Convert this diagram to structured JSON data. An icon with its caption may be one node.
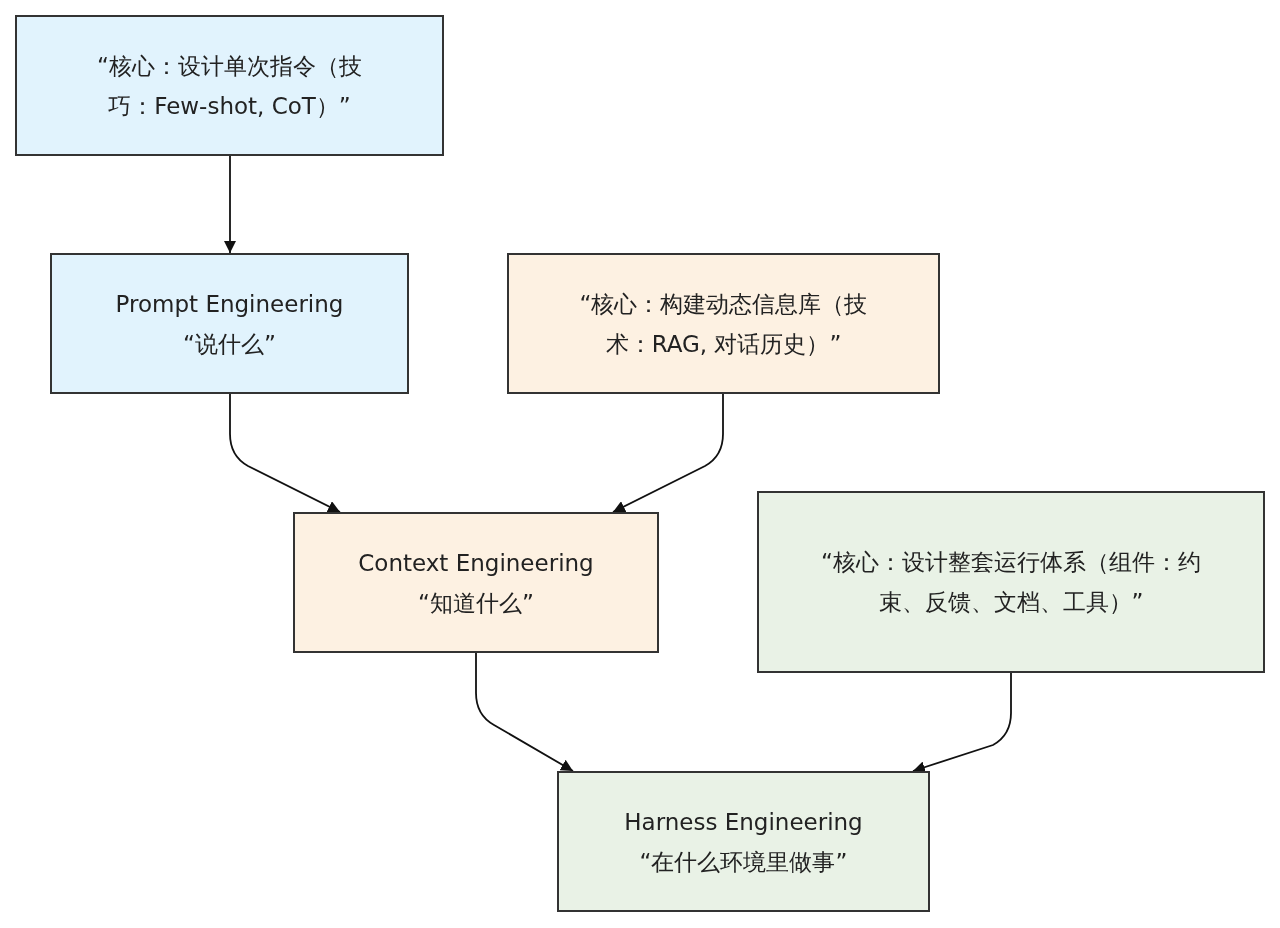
{
  "diagram": {
    "nodes": [
      {
        "text": [
          "“核心：设计单次指令（技巧：Few-shot, CoT）”"
        ]
      },
      {
        "text": [
          "Prompt Engineering",
          "“说什么”"
        ]
      },
      {
        "text": [
          "“核心：构建动态信息库（技术：RAG, 对话历史）”"
        ]
      },
      {
        "text": [
          "Context Engineering",
          "“知道什么”"
        ]
      },
      {
        "text": [
          "“核心：设计整套运行体系（组件：约束、反馈、文档、工具）”"
        ]
      },
      {
        "text": [
          "Harness Engineering",
          "“在什么环境里做事”"
        ]
      }
    ],
    "edges": [
      {
        "from": 0,
        "to": 1,
        "arrow": "to"
      },
      {
        "from": 1,
        "to": 3,
        "arrow": "to"
      },
      {
        "from": 2,
        "to": 3,
        "arrow": "to"
      },
      {
        "from": 3,
        "to": 5,
        "arrow": "to"
      },
      {
        "from": 4,
        "to": 5,
        "arrow": "to"
      }
    ]
  }
}
